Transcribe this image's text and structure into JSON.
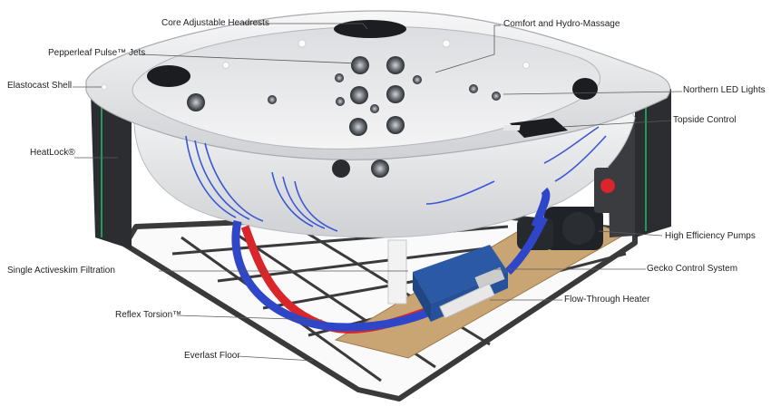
{
  "labels": {
    "core_adjustable_headrests": "Core Adjustable Headrests",
    "comfort_hydro_massage": "Comfort and Hydro-Massage",
    "pepperleaf_pulse_jets": "Pepperleaf Pulse™ Jets",
    "elastocast_shell": "Elastocast Shell",
    "northern_led_lights": "Northern LED Lights",
    "topside_control": "Topside Control",
    "heatlock": "HeatLock®",
    "high_efficiency_pumps": "High Efficiency Pumps",
    "gecko_control_system": "Gecko Control System",
    "single_activeskim_filtration": "Single Activeskim Filtration",
    "flow_through_heater": "Flow-Through Heater",
    "reflex_torsion": "Reflex Torsion™",
    "everlast_floor": "Everlast Floor"
  },
  "colors": {
    "shell": "#e9eaec",
    "cabinet": "#2b2d30",
    "floor": "#c9a574",
    "hose_blue": "#2f46c8",
    "hose_red": "#d8262b",
    "leader_line": "#555555",
    "pump": "#1f2226",
    "controller": "#2c59a6"
  }
}
